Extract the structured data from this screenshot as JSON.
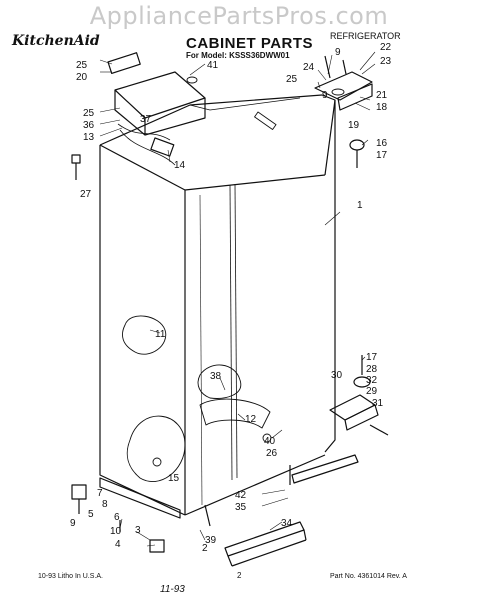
{
  "header": {
    "watermark": "AppliancePartsPros.com",
    "brand": "KitchenAid",
    "model_type": "REFRIGERATOR",
    "title": "CABINET PARTS",
    "model_line": "For Model: KSSS36DWW01"
  },
  "callouts": [
    "25",
    "20",
    "41",
    "9",
    "22",
    "23",
    "24",
    "25",
    "9",
    "21",
    "18",
    "25",
    "36",
    "37",
    "13",
    "14",
    "19",
    "16",
    "17",
    "27",
    "1",
    "11",
    "17",
    "28",
    "32",
    "29",
    "31",
    "30",
    "38",
    "12",
    "40",
    "26",
    "15",
    "42",
    "35",
    "34",
    "7",
    "8",
    "5",
    "9",
    "6",
    "10",
    "3",
    "39",
    "4",
    "2"
  ],
  "footer": {
    "left": "10-93 Litho In U.S.A.",
    "page": "2",
    "handwritten": "11-93",
    "right": "Part No. 4361014 Rev. A"
  }
}
